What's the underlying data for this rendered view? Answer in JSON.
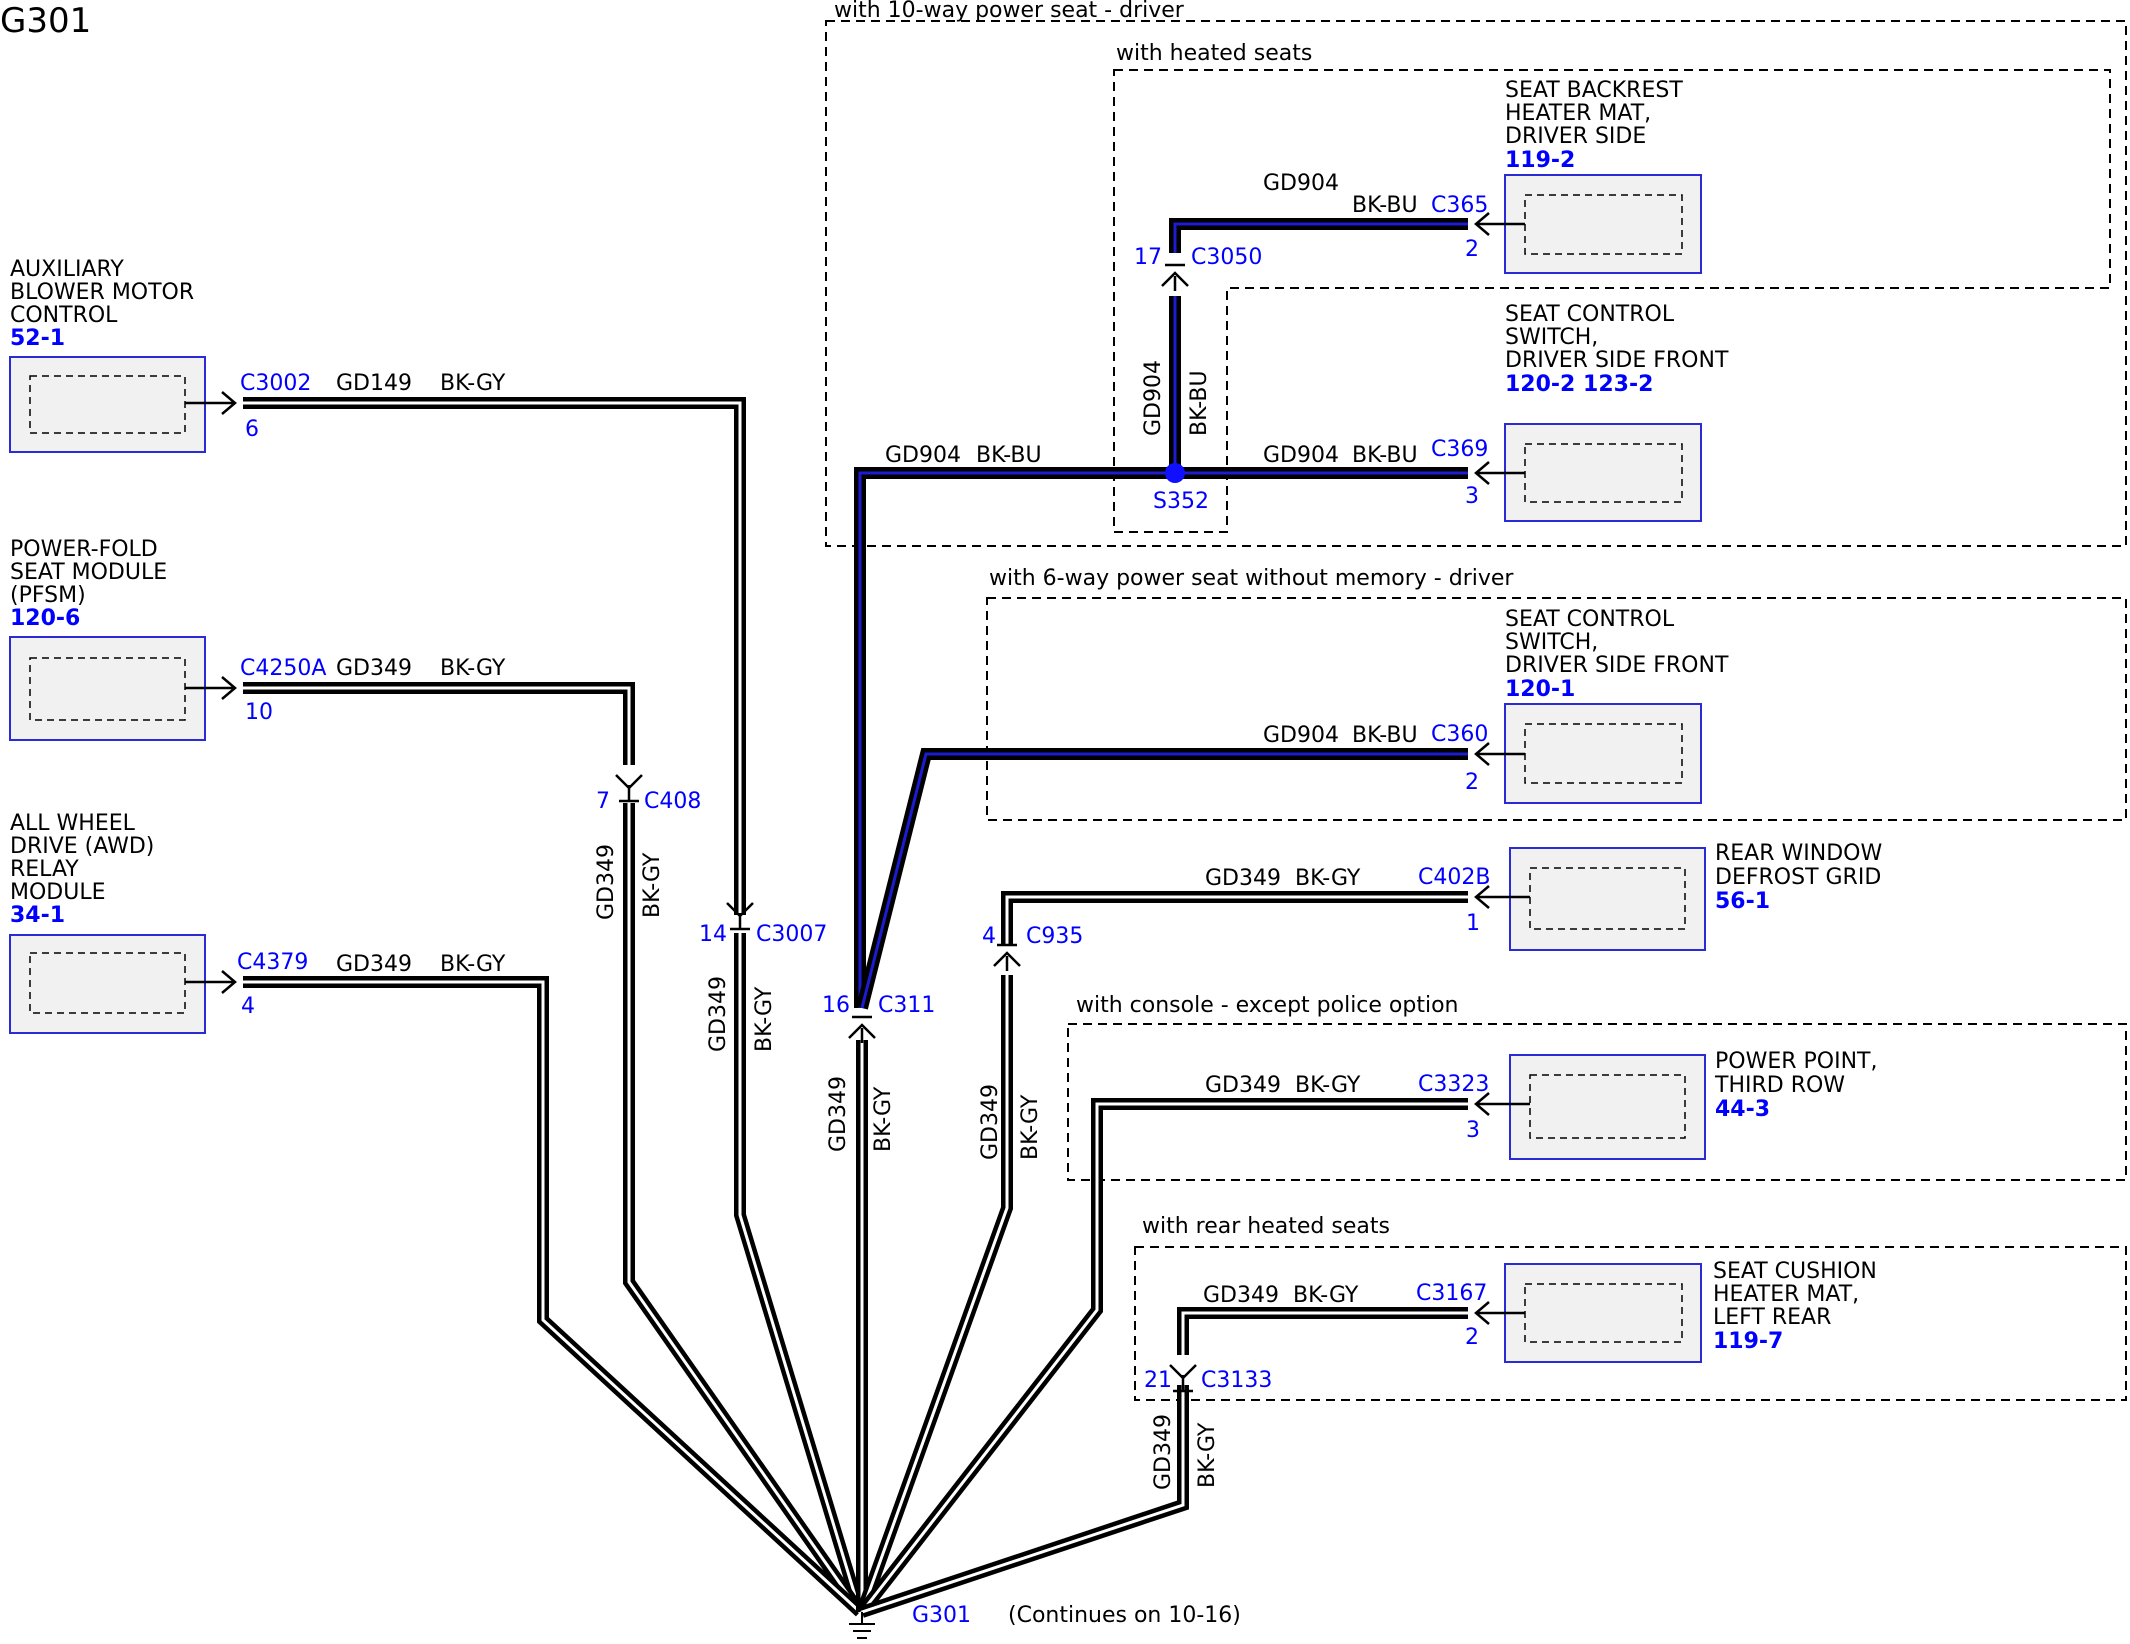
{
  "title": "G301",
  "ground": {
    "name": "G301",
    "note": "(Continues on 10-16)"
  },
  "groups": {
    "power_seat_10way": "with 10-way power seat - driver",
    "heated_seats": "with heated seats",
    "power_seat_6way": "with 6-way power seat without memory - driver",
    "console": "with console - except police option",
    "rear_heated": "with rear heated seats"
  },
  "components": {
    "aux_blower": {
      "lines": [
        "AUXILIARY",
        "BLOWER MOTOR",
        "CONTROL"
      ],
      "ref": "52-1",
      "connector": "C3002",
      "pin": "6",
      "circuit": "GD149",
      "color": "BK-GY"
    },
    "pfsm": {
      "lines": [
        "POWER-FOLD",
        "SEAT MODULE",
        "(PFSM)"
      ],
      "ref": "120-6",
      "connector": "C4250A",
      "pin": "10",
      "circuit": "GD349",
      "color": "BK-GY"
    },
    "awd": {
      "lines": [
        "ALL WHEEL",
        "DRIVE (AWD)",
        "RELAY",
        "MODULE"
      ],
      "ref": "34-1",
      "connector": "C4379",
      "pin": "4",
      "circuit": "GD349",
      "color": "BK-GY"
    },
    "backrest": {
      "lines": [
        "SEAT BACKREST",
        "HEATER MAT,",
        "DRIVER SIDE"
      ],
      "ref": "119-2",
      "connector": "C365",
      "pin": "2",
      "circuit": "GD904",
      "color": "BK-BU"
    },
    "switch_10way": {
      "lines": [
        "SEAT CONTROL",
        "SWITCH,",
        "DRIVER SIDE FRONT"
      ],
      "ref": "120-2 123-2",
      "connector": "C369",
      "pin": "3",
      "circuit": "GD904",
      "color": "BK-BU"
    },
    "switch_6way": {
      "lines": [
        "SEAT CONTROL",
        "SWITCH,",
        "DRIVER SIDE FRONT"
      ],
      "ref": "120-1",
      "connector": "C360",
      "pin": "2",
      "circuit": "GD904",
      "color": "BK-BU"
    },
    "defrost": {
      "lines": [
        "REAR WINDOW",
        "DEFROST GRID"
      ],
      "ref": "56-1",
      "connector": "C402B",
      "pin": "1",
      "circuit": "GD349",
      "color": "BK-GY"
    },
    "power_point": {
      "lines": [
        "POWER POINT,",
        "THIRD ROW"
      ],
      "ref": "44-3",
      "connector": "C3323",
      "pin": "3",
      "circuit": "GD349",
      "color": "BK-GY"
    },
    "cushion": {
      "lines": [
        "SEAT CUSHION",
        "HEATER MAT,",
        "LEFT REAR"
      ],
      "ref": "119-7",
      "connector": "C3167",
      "pin": "2",
      "circuit": "GD349",
      "color": "BK-GY"
    }
  },
  "inline_connectors": {
    "c408": {
      "name": "C408",
      "pin": "7"
    },
    "c3007": {
      "name": "C3007",
      "pin": "14"
    },
    "c311": {
      "name": "C311",
      "pin": "16"
    },
    "c935": {
      "name": "C935",
      "pin": "4"
    },
    "c3050": {
      "name": "C3050",
      "pin": "17"
    },
    "c3133": {
      "name": "C3133",
      "pin": "21"
    }
  },
  "splice": {
    "name": "S352"
  },
  "vertical_wires": {
    "c408_down": {
      "circuit": "GD349",
      "color": "BK-GY"
    },
    "c3007_down": {
      "circuit": "GD349",
      "color": "BK-GY"
    },
    "c311_down": {
      "circuit": "GD349",
      "color": "BK-GY"
    },
    "c935_down": {
      "circuit": "GD349",
      "color": "BK-GY"
    },
    "c3050_down": {
      "circuit": "GD904",
      "color": "BK-BU"
    },
    "c3133_down": {
      "circuit": "GD349",
      "color": "BK-GY"
    },
    "s352_left": {
      "circuit": "GD904",
      "color": "BK-BU"
    },
    "backrest_wire": {
      "circuit": "GD904"
    }
  }
}
